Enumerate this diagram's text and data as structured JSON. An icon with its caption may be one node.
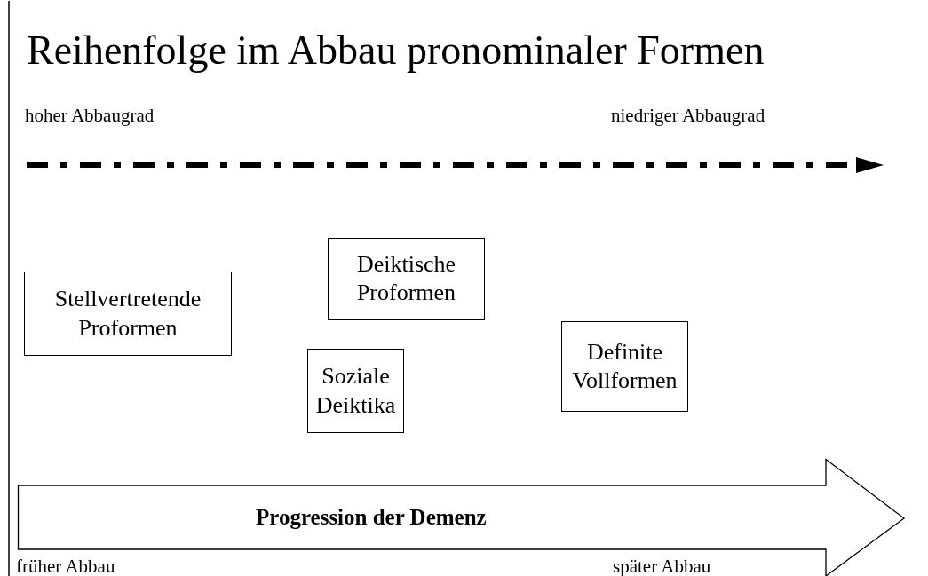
{
  "diagram": {
    "title": "Reihenfolge im Abbau pronominaler Formen",
    "nodes": [
      {
        "text": [
          "Stellvertretende Proformen"
        ]
      },
      {
        "text": [
          "Deiktische Proformen"
        ]
      },
      {
        "text": [
          "Soziale Deiktika"
        ]
      },
      {
        "text": [
          "Definite Vollformen"
        ]
      },
      {
        "text": [
          "Progression der Demenz"
        ]
      }
    ],
    "labels": [
      "hoher Abbaugrad",
      "niedriger Abbaugrad",
      "früher Abbau",
      "später Abbau"
    ]
  }
}
